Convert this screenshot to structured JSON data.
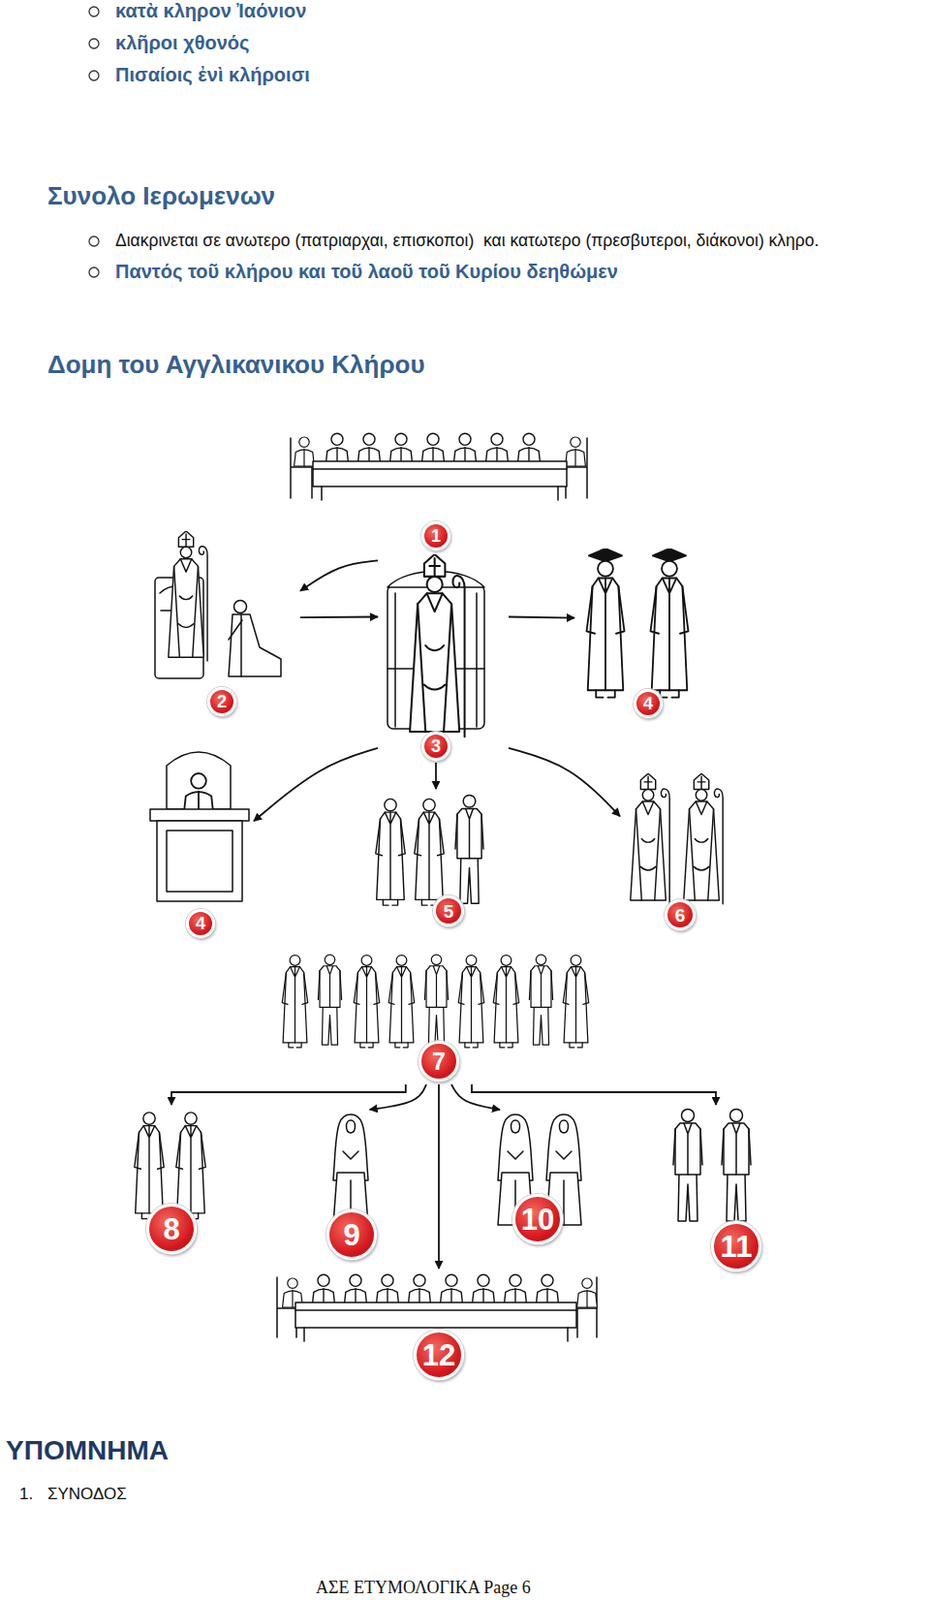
{
  "diagram": {
    "title": "Δομη του Αγγλικανικου Κλήρου",
    "nodes": [
      {
        "text": [
          "1"
        ]
      },
      {
        "text": [
          "2"
        ]
      },
      {
        "text": [
          "3"
        ]
      },
      {
        "text": [
          "4"
        ]
      },
      {
        "text": [
          "4"
        ]
      },
      {
        "text": [
          "5"
        ]
      },
      {
        "text": [
          "6"
        ]
      },
      {
        "text": [
          "7"
        ]
      },
      {
        "text": [
          "8"
        ]
      },
      {
        "text": [
          "9"
        ]
      },
      {
        "text": [
          "10"
        ]
      },
      {
        "text": [
          "11"
        ]
      },
      {
        "text": [
          "12"
        ]
      }
    ],
    "edges": [
      {
        "from": 2,
        "to": 1,
        "arrow": "to"
      },
      {
        "from": 1,
        "to": 2,
        "arrow": "to"
      },
      {
        "from": 2,
        "to": 3,
        "arrow": "to"
      },
      {
        "from": 2,
        "to": 4,
        "arrow": "to"
      },
      {
        "from": 2,
        "to": 5,
        "arrow": "to"
      },
      {
        "from": 2,
        "to": 6,
        "arrow": "to"
      },
      {
        "from": 7,
        "to": 8,
        "arrow": "to"
      },
      {
        "from": 7,
        "to": 9,
        "arrow": "to"
      },
      {
        "from": 7,
        "to": 10,
        "arrow": "to"
      },
      {
        "from": 7,
        "to": 11,
        "arrow": "to"
      },
      {
        "from": 7,
        "to": 12,
        "arrow": "to"
      }
    ],
    "labels": [
      "κατὰ κληρον Ἰαόνιον",
      "κλῆροι χθονός",
      "Πισαίοις ἐνὶ κλήροισι",
      "Συνολο Ιερωμενων",
      "Διακρινεται σε ανωτερο (πατριαρχαι, επισκοποι)  και κατωτερο (πρεσβυτεροι, διάκονοι) κληρο.",
      "Παντός τοῦ κλήρου και τοῦ λαοῦ τοῦ Κυρίου δεηθώμεν",
      "ΥΠΟΜΝΗΜΑ",
      "1.",
      "ΣΥΝΟΔΟΣ",
      "ΑΣΕ ΕΤΥΜΟΛΟΓΙΚΑ Page 6"
    ]
  }
}
